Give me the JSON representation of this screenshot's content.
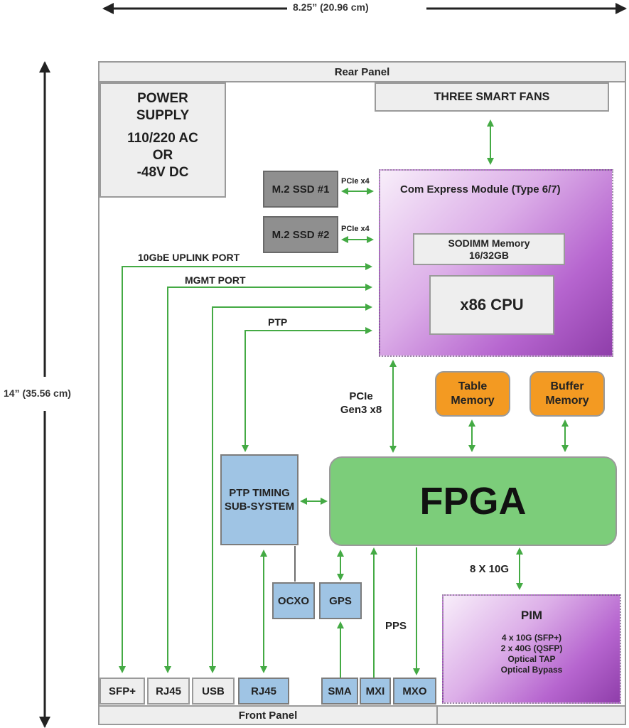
{
  "dimensions": {
    "width_label": "8.25” (20.96 cm)",
    "height_label": "14” (35.56 cm)"
  },
  "panels": {
    "rear": "Rear Panel",
    "front": "Front Panel"
  },
  "power_supply": {
    "line1": "POWER",
    "line2": "SUPPLY",
    "line3": "110/220 AC",
    "line4": "OR",
    "line5": "-48V DC"
  },
  "fans": "THREE SMART FANS",
  "ssd": [
    {
      "label": "M.2 SSD #1",
      "link": "PCIe x4"
    },
    {
      "label": "M.2 SSD #2",
      "link": "PCIe x4"
    }
  ],
  "com_express": {
    "title": "Com Express Module (Type 6/7)",
    "sodimm_line1": "SODIMM Memory",
    "sodimm_line2": "16/32GB",
    "cpu": "x86 CPU"
  },
  "ports": {
    "uplink": "10GbE UPLINK PORT",
    "mgmt": "MGMT PORT",
    "ptp": "PTP"
  },
  "pcie_link": {
    "line1": "PCIe",
    "line2": "Gen3 x8"
  },
  "table_memory": {
    "line1": "Table",
    "line2": "Memory"
  },
  "buffer_memory": {
    "line1": "Buffer",
    "line2": "Memory"
  },
  "ptp_timing": {
    "line1": "PTP TIMING",
    "line2": "SUB-SYSTEM"
  },
  "fpga": "FPGA",
  "fpga_link": "8 X 10G",
  "ocxo": "OCXO",
  "gps": "GPS",
  "pps": "PPS",
  "pim": {
    "title": "PIM",
    "line1": "4 x 10G (SFP+)",
    "line2": "2 x 40G (QSFP)",
    "line3": "Optical TAP",
    "line4": "Optical Bypass"
  },
  "front_ports": {
    "sfp": "SFP+",
    "rj45_a": "RJ45",
    "usb": "USB",
    "rj45_b": "RJ45",
    "sma": "SMA",
    "mxi": "MXI",
    "mxo": "MXO"
  },
  "colors": {
    "arrow": "#44aa44",
    "fpga": "#7ccd7a",
    "orange": "#f39a22",
    "blue": "#9fc4e4",
    "purple": "#a24fbf"
  }
}
